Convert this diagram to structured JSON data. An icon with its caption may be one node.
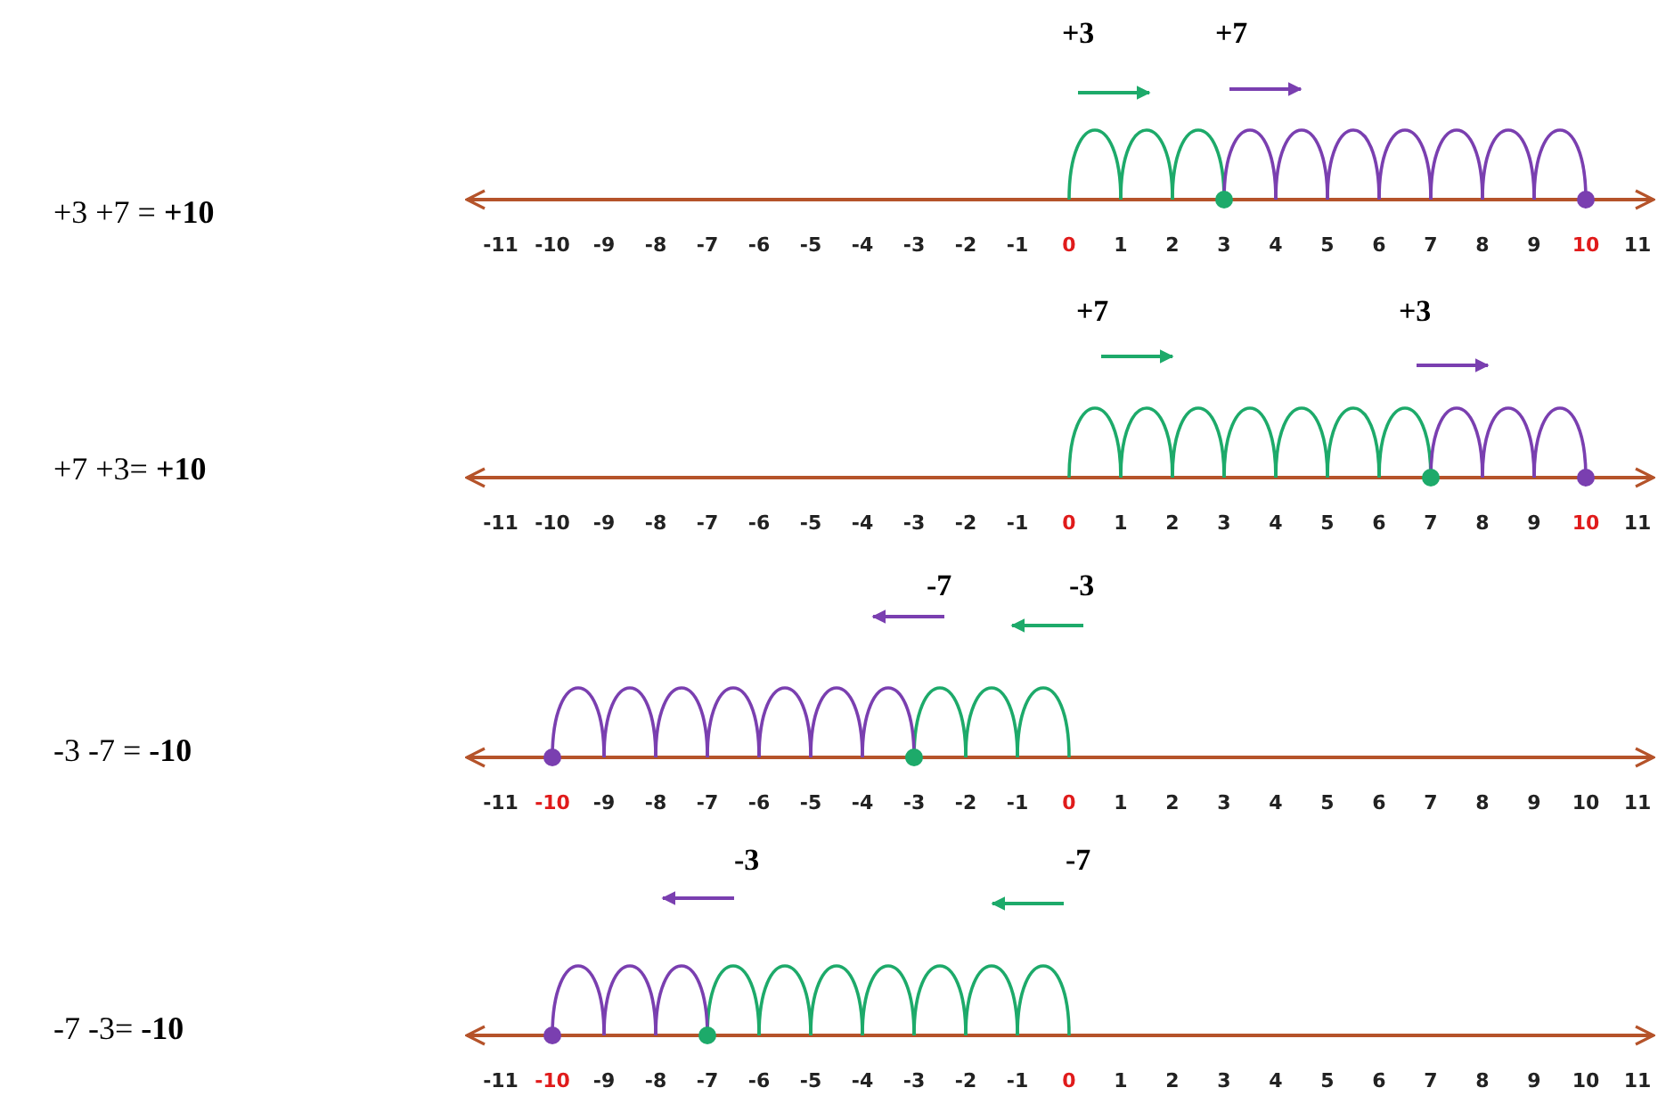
{
  "diagram": {
    "labels": [
      "+3",
      "+7",
      "+3 +7 = **+10**",
      "-11",
      "-10",
      "-9",
      "-8",
      "-7",
      "-6",
      "-5",
      "-4",
      "-3",
      "-2",
      "-1",
      "0",
      "1",
      "2",
      "3",
      "4",
      "5",
      "6",
      "7",
      "8",
      "9",
      "10",
      "11",
      "+7",
      "+3",
      "+7 +3= **+10**",
      "-11",
      "-10",
      "-9",
      "-8",
      "-7",
      "-6",
      "-5",
      "-4",
      "-3",
      "-2",
      "-1",
      "0",
      "1",
      "2",
      "3",
      "4",
      "5",
      "6",
      "7",
      "8",
      "9",
      "10",
      "11",
      "-7",
      "-3",
      "-3 -7 = **-10**",
      "-11",
      "-10",
      "-9",
      "-8",
      "-7",
      "-6",
      "-5",
      "-4",
      "-3",
      "-2",
      "-1",
      "0",
      "1",
      "2",
      "3",
      "4",
      "5",
      "6",
      "7",
      "8",
      "9",
      "10",
      "11",
      "-3",
      "-7",
      "-7 -3= **-10**",
      "-11",
      "-10",
      "-9",
      "-8",
      "-7",
      "-6",
      "-5",
      "-4",
      "-3",
      "-2",
      "-1",
      "0",
      "1",
      "2",
      "3",
      "4",
      "5",
      "6",
      "7",
      "8",
      "9",
      "10",
      "11"
    ]
  }
}
